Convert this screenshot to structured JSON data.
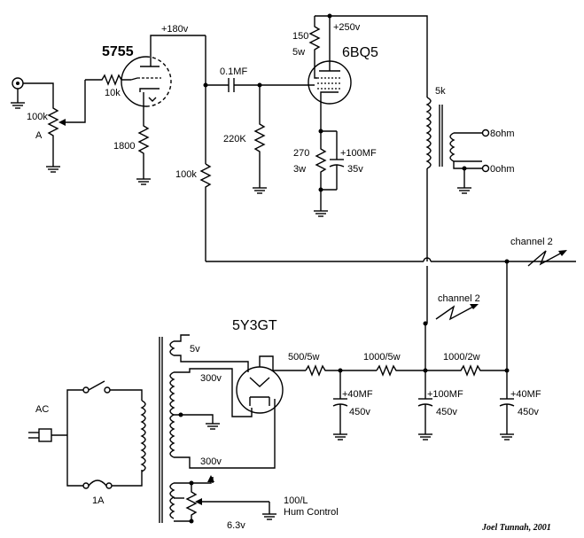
{
  "tubes": {
    "preamp": "5755",
    "power": "6BQ5",
    "rectifier": "5Y3GT"
  },
  "voltages": {
    "plate_preamp": "+180v",
    "plate_power": "+250v"
  },
  "components": {
    "input_resistor": "10k",
    "volume_pot": "100k",
    "volume_taper": "A",
    "cathode_resistor_pre": "1800",
    "coupling_cap": "0.1MF",
    "grid_resistor": "220K",
    "plate_resistor_pre": "100k",
    "screen_resistor_value": "150",
    "screen_resistor_power": "5w",
    "cathode_resistor_val": "270",
    "cathode_resistor_power": "3w",
    "cathode_cap_val": "+100MF",
    "cathode_cap_volt": "35v",
    "output_transformer": "5k",
    "output_8ohm": "8ohm",
    "output_0ohm": "0ohm"
  },
  "power_supply": {
    "winding_5v": "5v",
    "winding_300v_top": "300v",
    "winding_300v_bottom": "300v",
    "winding_6v3": "6.3v",
    "ac_label": "AC",
    "fuse": "1A",
    "hum_control_value": "100/L",
    "hum_control_label": "Hum Control",
    "r1": "500/5w",
    "r2": "1000/5w",
    "r3": "1000/2w",
    "c1_val": "+40MF",
    "c1_volt": "450v",
    "c2_val": "+100MF",
    "c2_volt": "450v",
    "c3_val": "+40MF",
    "c3_volt": "450v"
  },
  "channel_labels": {
    "top": "channel 2",
    "middle": "channel 2"
  },
  "credit": "Joel Tunnah, 2001"
}
